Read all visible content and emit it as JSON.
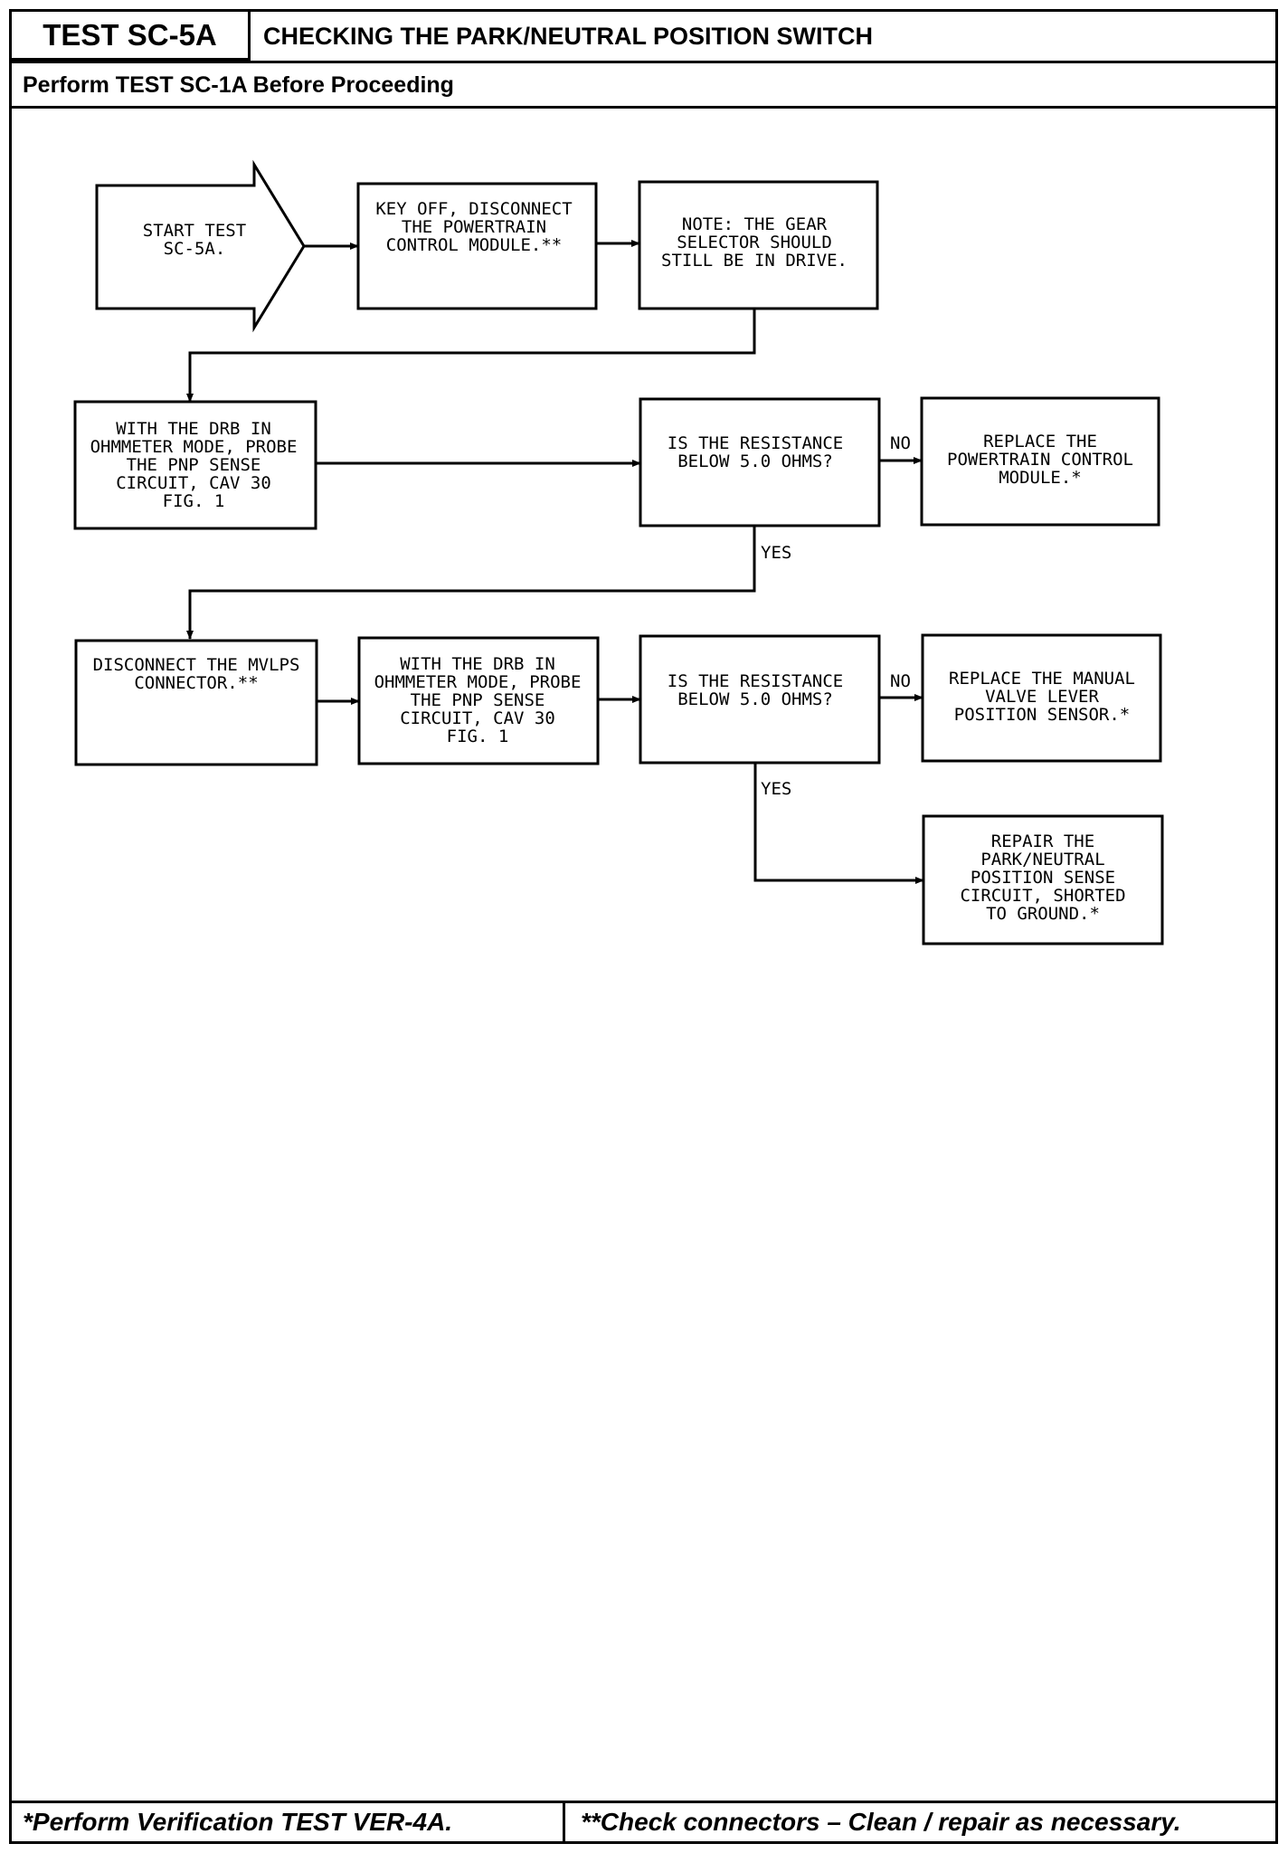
{
  "header": {
    "test_id": "TEST SC-5A",
    "title": "CHECKING THE PARK/NEUTRAL POSITION SWITCH",
    "subtitle": "Perform TEST SC-1A Before Proceeding"
  },
  "flowchart": {
    "start": [
      "START TEST",
      "SC-5A."
    ],
    "step_key_off": [
      "KEY OFF, DISCONNECT",
      "THE POWERTRAIN",
      "CONTROL MODULE.**"
    ],
    "note_gear": [
      "NOTE: THE GEAR",
      "SELECTOR SHOULD",
      "STILL BE IN DRIVE."
    ],
    "probe_1": [
      "WITH THE DRB IN",
      "OHMMETER MODE, PROBE",
      "THE PNP SENSE",
      "CIRCUIT, CAV 30",
      "FIG. 1"
    ],
    "decision_1": [
      "IS THE RESISTANCE",
      "BELOW 5.0 OHMS?"
    ],
    "replace_pcm": [
      "REPLACE THE",
      "POWERTRAIN CONTROL",
      "MODULE.*"
    ],
    "disconnect_mvlps": [
      "DISCONNECT THE MVLPS",
      "CONNECTOR.**"
    ],
    "probe_2": [
      "WITH THE DRB IN",
      "OHMMETER MODE, PROBE",
      "THE PNP SENSE",
      "CIRCUIT, CAV 30",
      "FIG. 1"
    ],
    "decision_2": [
      "IS THE RESISTANCE",
      "BELOW 5.0 OHMS?"
    ],
    "replace_mvlps": [
      "REPLACE THE MANUAL",
      "VALVE LEVER",
      "POSITION SENSOR.*"
    ],
    "repair_circuit": [
      "REPAIR THE",
      "PARK/NEUTRAL",
      "POSITION SENSE",
      "CIRCUIT, SHORTED",
      "TO GROUND.*"
    ],
    "labels": {
      "no_1": "NO",
      "yes_1": "YES",
      "no_2": "NO",
      "yes_2": "YES"
    }
  },
  "footer": {
    "left": "*Perform Verification TEST VER-4A.",
    "right": "**Check connectors – Clean / repair as necessary."
  }
}
